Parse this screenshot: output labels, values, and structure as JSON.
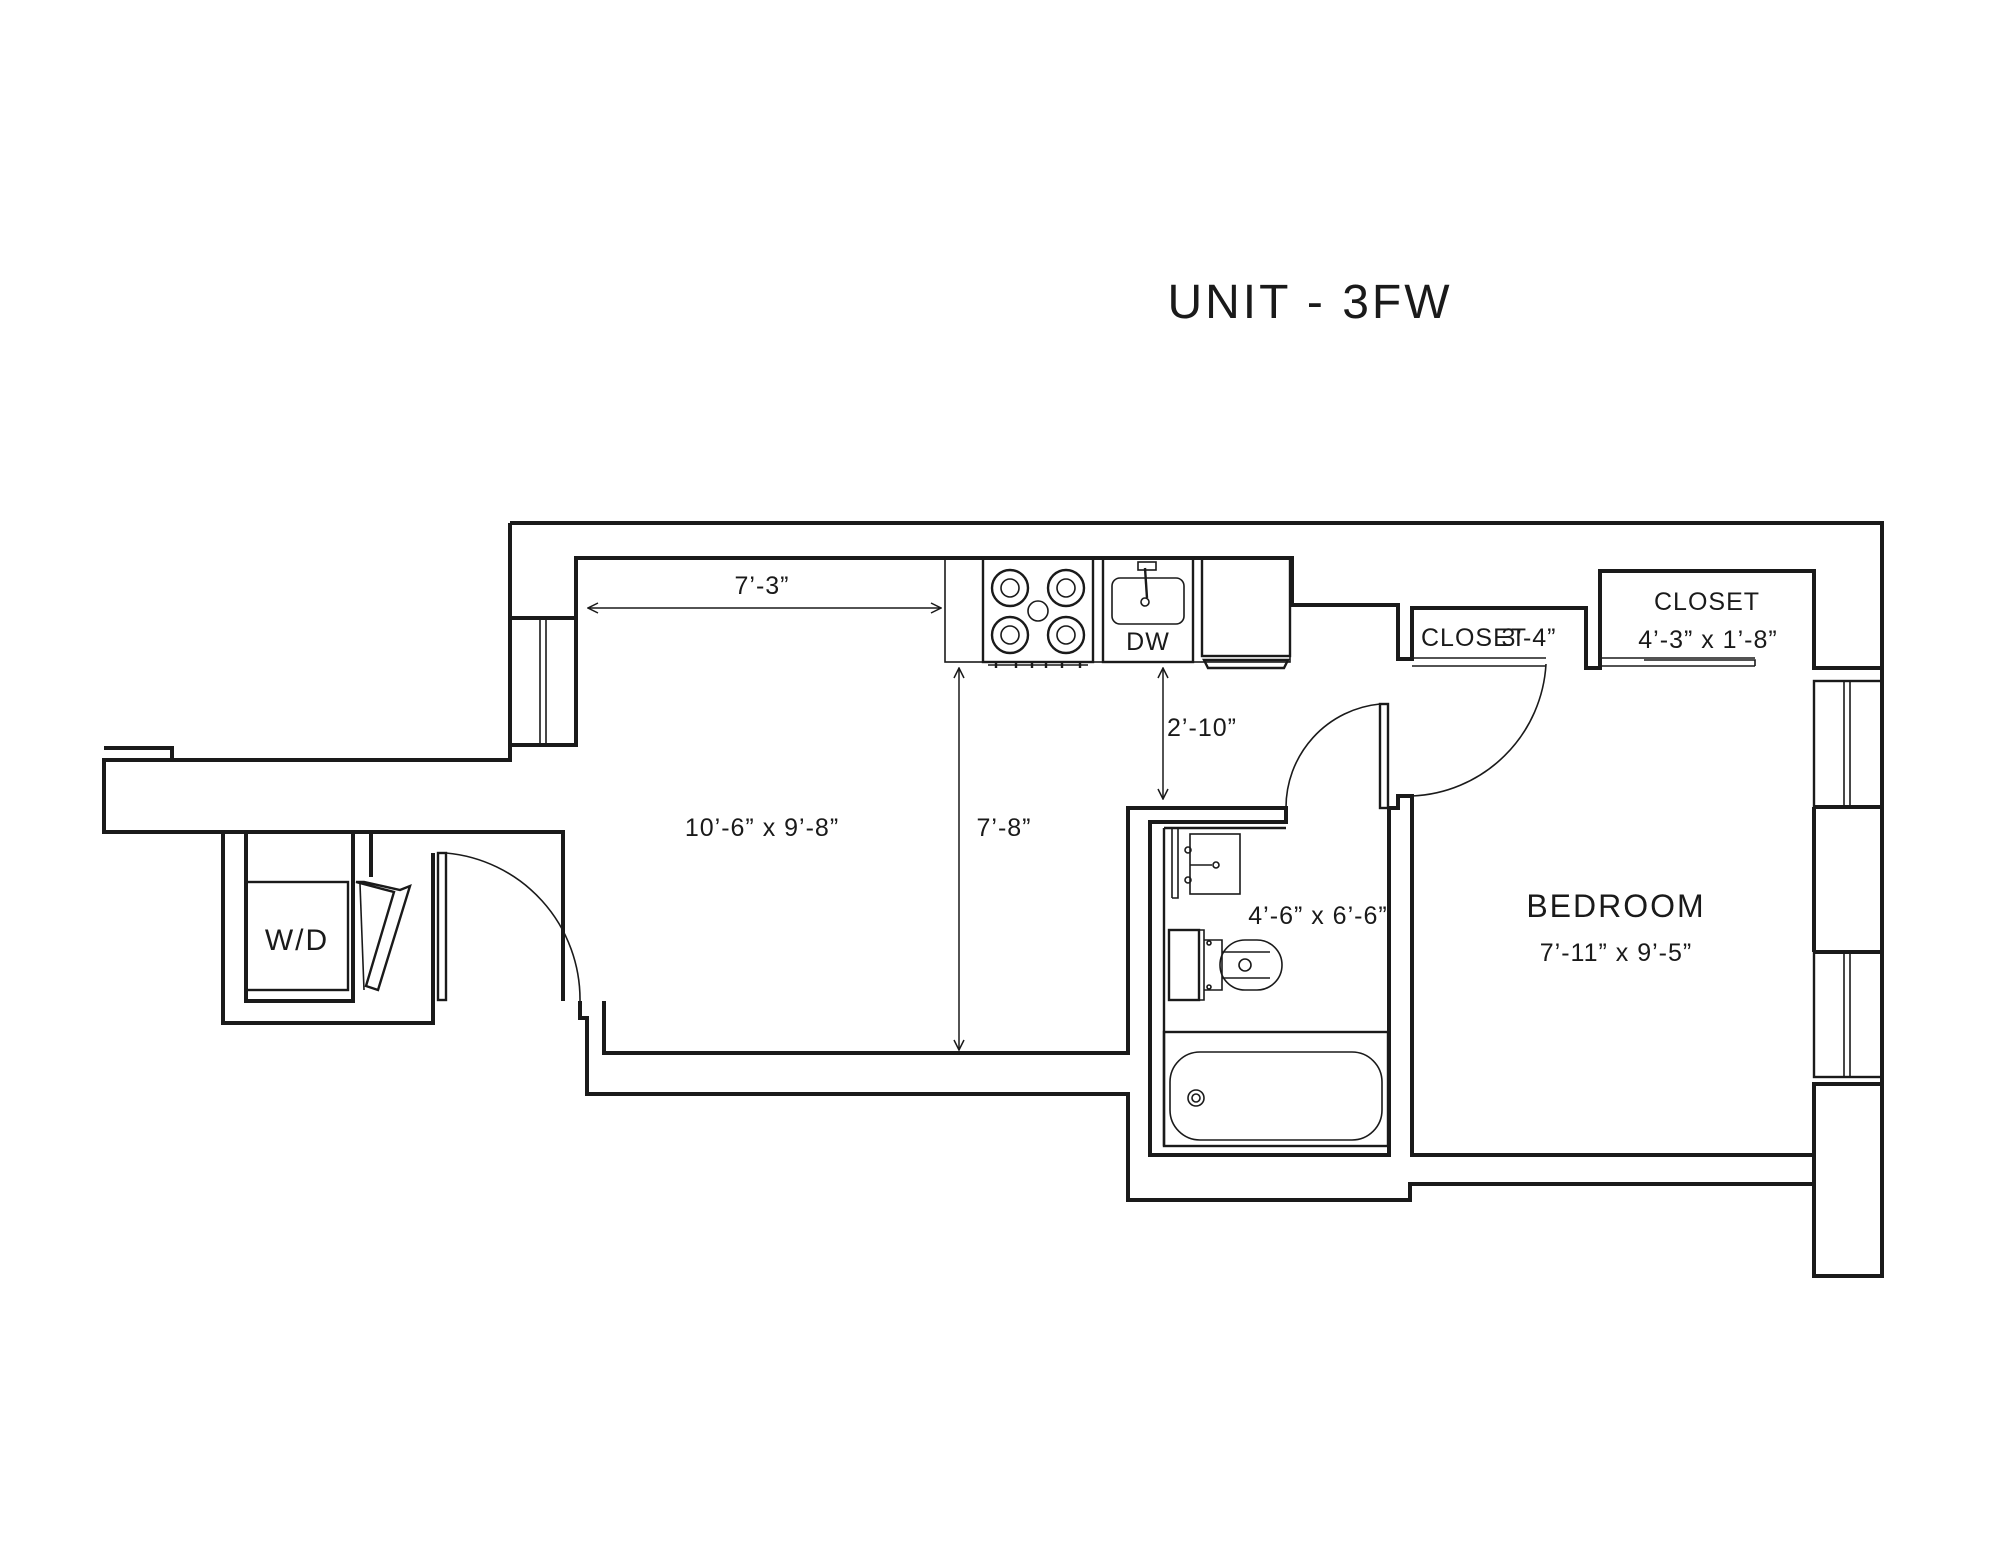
{
  "title": "UNIT - 3FW",
  "labels": {
    "kitchen_width": "7’-3”",
    "living_size": "10’-6” x 9’-8”",
    "living_depth": "7’-8”",
    "clearance": "2’-10”",
    "dishwasher": "DW",
    "closet_small": "CLOSET",
    "closet_small_size": "3’-4”",
    "closet_large": "CLOSET",
    "closet_large_size": "4’-3” x 1’-8”",
    "bath_size": "4’-6” x 6’-6”",
    "bedroom": "BEDROOM",
    "bedroom_size": "7’-11” x 9’-5”",
    "washer_dryer": "W/D"
  }
}
